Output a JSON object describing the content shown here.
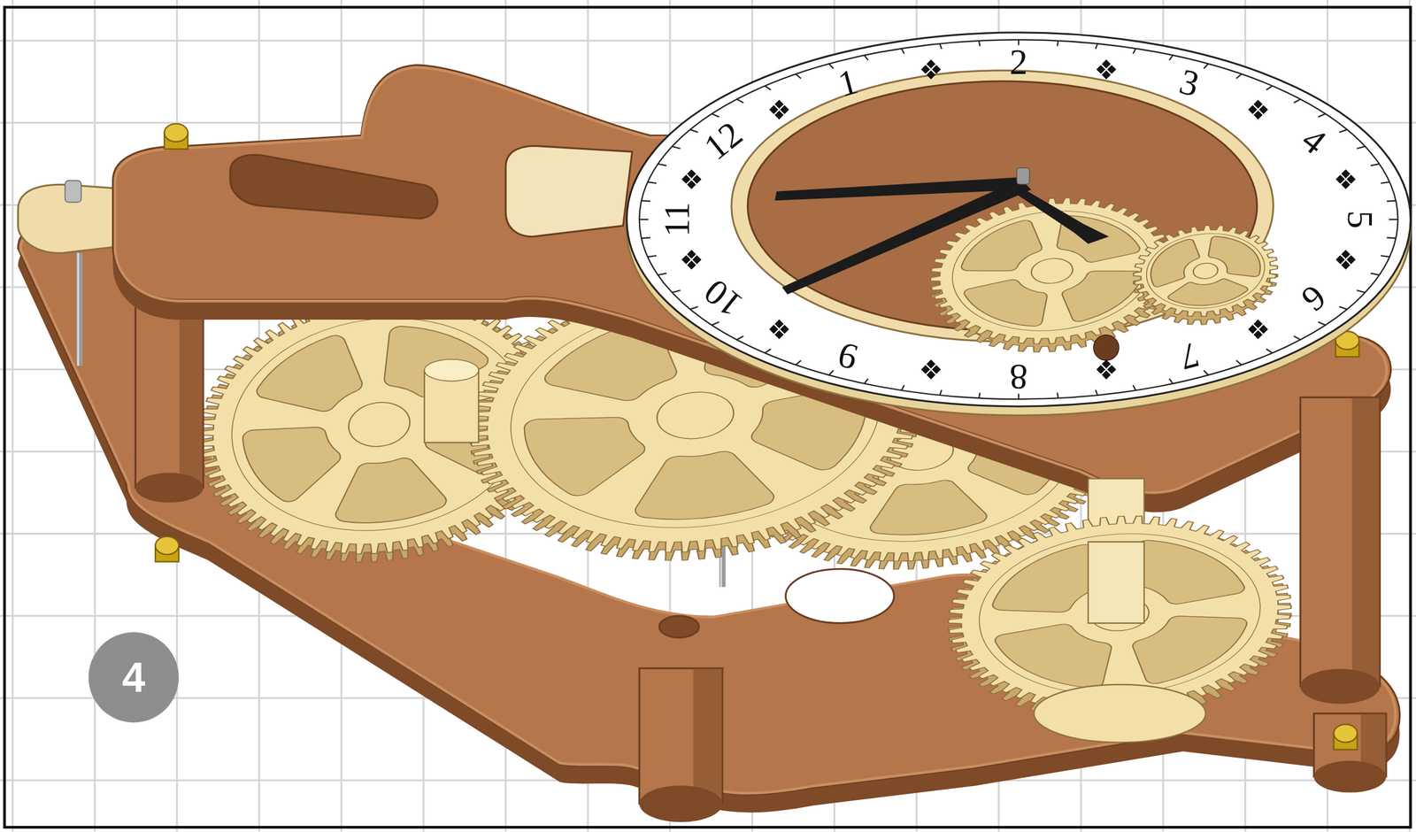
{
  "diagram": {
    "nodes": [
      {
        "text": [
          "4"
        ]
      }
    ],
    "labels": [
      "12",
      "1",
      "2",
      "3",
      "4",
      "5",
      "6",
      "7",
      "8",
      "9",
      "10",
      "11"
    ]
  }
}
